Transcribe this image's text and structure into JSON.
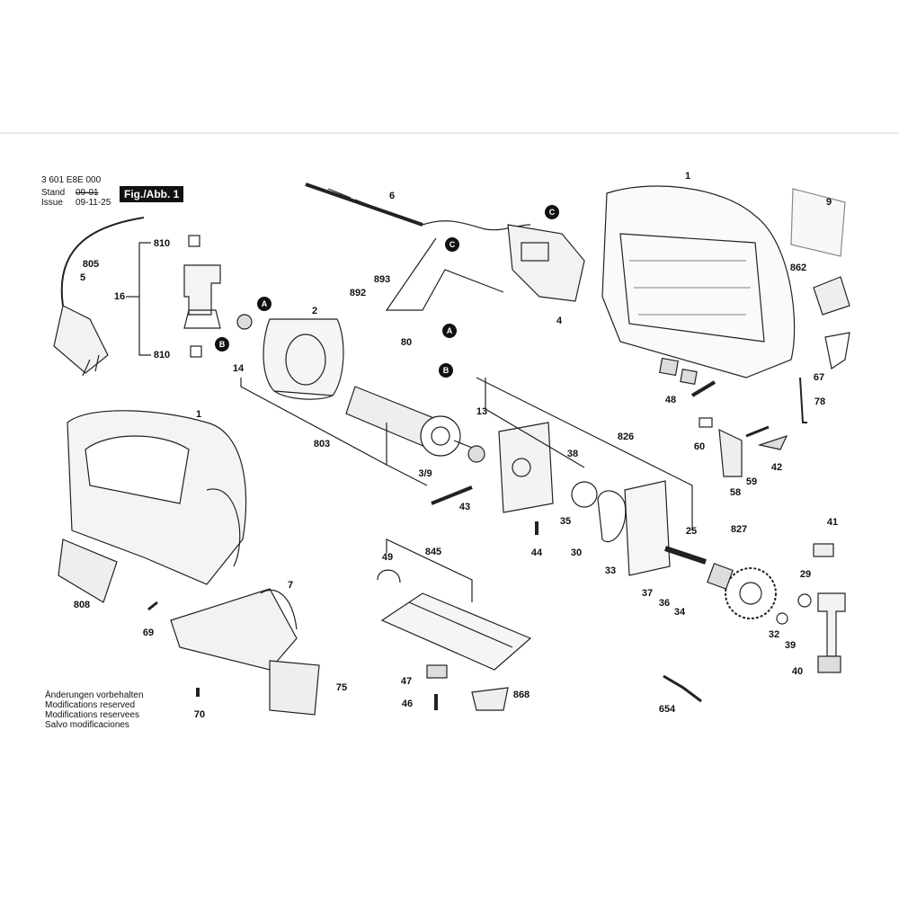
{
  "header": {
    "part_number": "3 601 E8E 000",
    "stand_label": "Stand",
    "stand_date": "09-01",
    "issue_label": "Issue",
    "issue_date": "09-11-25"
  },
  "figure_badge": "Fig./Abb. 1",
  "notes": [
    "Änderungen vorbehalten",
    "Modifications reserved",
    "Modifications reservees",
    "Salvo modificaciones"
  ],
  "callouts": {
    "c1a": "1",
    "c9": "9",
    "c6": "6",
    "c2": "2",
    "c4": "4",
    "c862": "862",
    "c67": "67",
    "c78": "78",
    "c48": "48",
    "c60": "60",
    "c58": "58",
    "c59": "59",
    "c42": "42",
    "c826": "826",
    "c38": "38",
    "c35": "35",
    "c25": "25",
    "c827": "827",
    "c41": "41",
    "c29": "29",
    "c32": "32",
    "c39": "39",
    "c40": "40",
    "c13": "13",
    "c39b": "3/9",
    "c43": "43",
    "c44": "44",
    "c30": "30",
    "c33": "33",
    "c37": "37",
    "c36": "36",
    "c34": "34",
    "c803": "803",
    "c14": "14",
    "c80": "80",
    "c892": "892",
    "c893": "893",
    "c810a": "810",
    "c810b": "810",
    "c805": "805",
    "c5": "5",
    "c16": "16",
    "c1b": "1",
    "c808": "808",
    "c69": "69",
    "c7": "7",
    "c75": "75",
    "c70": "70",
    "c845": "845",
    "c49": "49",
    "c47": "47",
    "c46": "46",
    "c868": "868",
    "c654": "654"
  },
  "markers": {
    "mA1": "A",
    "mB1": "B",
    "mC1": "C",
    "mC2": "C",
    "mA2": "A",
    "mB2": "B"
  }
}
